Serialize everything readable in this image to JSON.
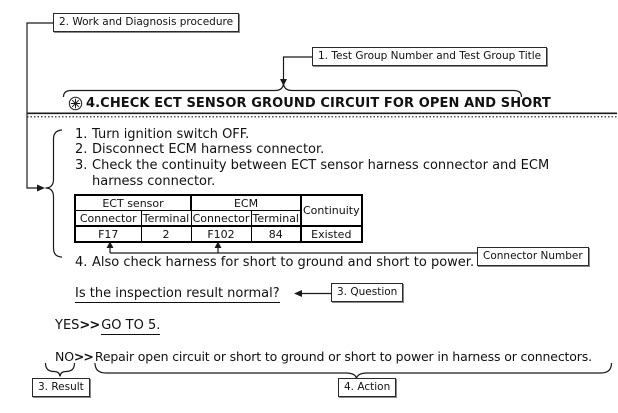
{
  "colors": {
    "ink": "#1a1a1a",
    "background": "#ffffff"
  },
  "callouts": {
    "work_procedure": "2. Work and Diagnosis procedure",
    "test_group": "1. Test Group Number and Test Group Title",
    "connector_number": "Connector Number",
    "question": "3. Question",
    "result": "3. Result",
    "action": "4. Action"
  },
  "heading": {
    "icon": "info-icon",
    "title": "4.CHECK ECT SENSOR GROUND CIRCUIT FOR OPEN AND SHORT"
  },
  "steps": [
    {
      "num": "1.",
      "text": "Turn ignition switch OFF."
    },
    {
      "num": "2.",
      "text": "Disconnect ECM harness connector."
    },
    {
      "num": "3.",
      "text": "Check the continuity between ECT sensor harness connector and ECM harness connector."
    },
    {
      "num": "4.",
      "text": "Also check harness for short to ground and short to power."
    }
  ],
  "table": {
    "group_headers": [
      "ECT sensor",
      "ECM",
      "Continuity"
    ],
    "sub_headers": [
      "Connector",
      "Terminal",
      "Connector",
      "Terminal"
    ],
    "row": [
      "F17",
      "2",
      "F102",
      "84",
      "Existed"
    ]
  },
  "question_text": "Is the inspection result normal?",
  "results": [
    {
      "label": "YES",
      "sep": ">>",
      "action": "GO TO 5."
    },
    {
      "label": "NO",
      "sep": ">>",
      "action": "Repair open circuit or short to ground or short to power in harness or connectors."
    }
  ]
}
